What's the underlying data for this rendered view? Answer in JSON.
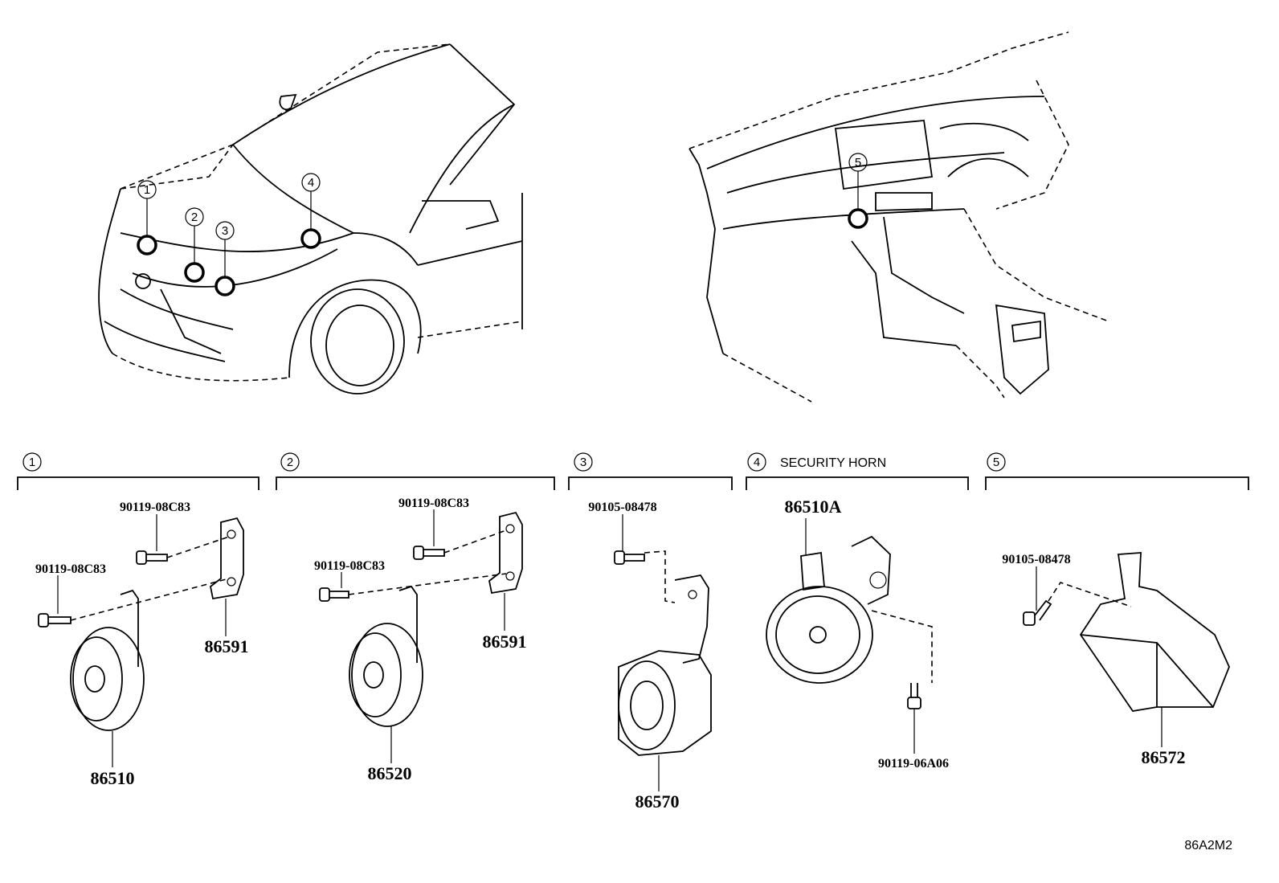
{
  "sections": [
    {
      "num": "1",
      "title": "",
      "parts": {
        "bolt_top": "90119-08C83",
        "bolt_left": "90119-08C83",
        "bracket": "86591",
        "horn": "86510"
      }
    },
    {
      "num": "2",
      "title": "",
      "parts": {
        "bolt_top": "90119-08C83",
        "bolt_left": "90119-08C83",
        "bracket": "86591",
        "horn": "86520"
      }
    },
    {
      "num": "3",
      "title": "",
      "parts": {
        "bolt": "90105-08478",
        "horn": "86570"
      }
    },
    {
      "num": "4",
      "title": "SECURITY HORN",
      "parts": {
        "horn": "86510A",
        "bolt": "90119-06A06"
      }
    },
    {
      "num": "5",
      "title": "",
      "parts": {
        "bolt": "90105-08478",
        "module": "86572"
      }
    }
  ],
  "overview_callouts": [
    "1",
    "2",
    "3",
    "4",
    "5"
  ],
  "reference_code": "86A2M2",
  "icons": {
    "car_front": "car-front-view-icon",
    "dashboard": "dashboard-interior-icon",
    "horn": "disc-horn-icon",
    "bolt": "flange-bolt-icon",
    "bracket": "mounting-bracket-icon",
    "module": "control-module-icon"
  }
}
